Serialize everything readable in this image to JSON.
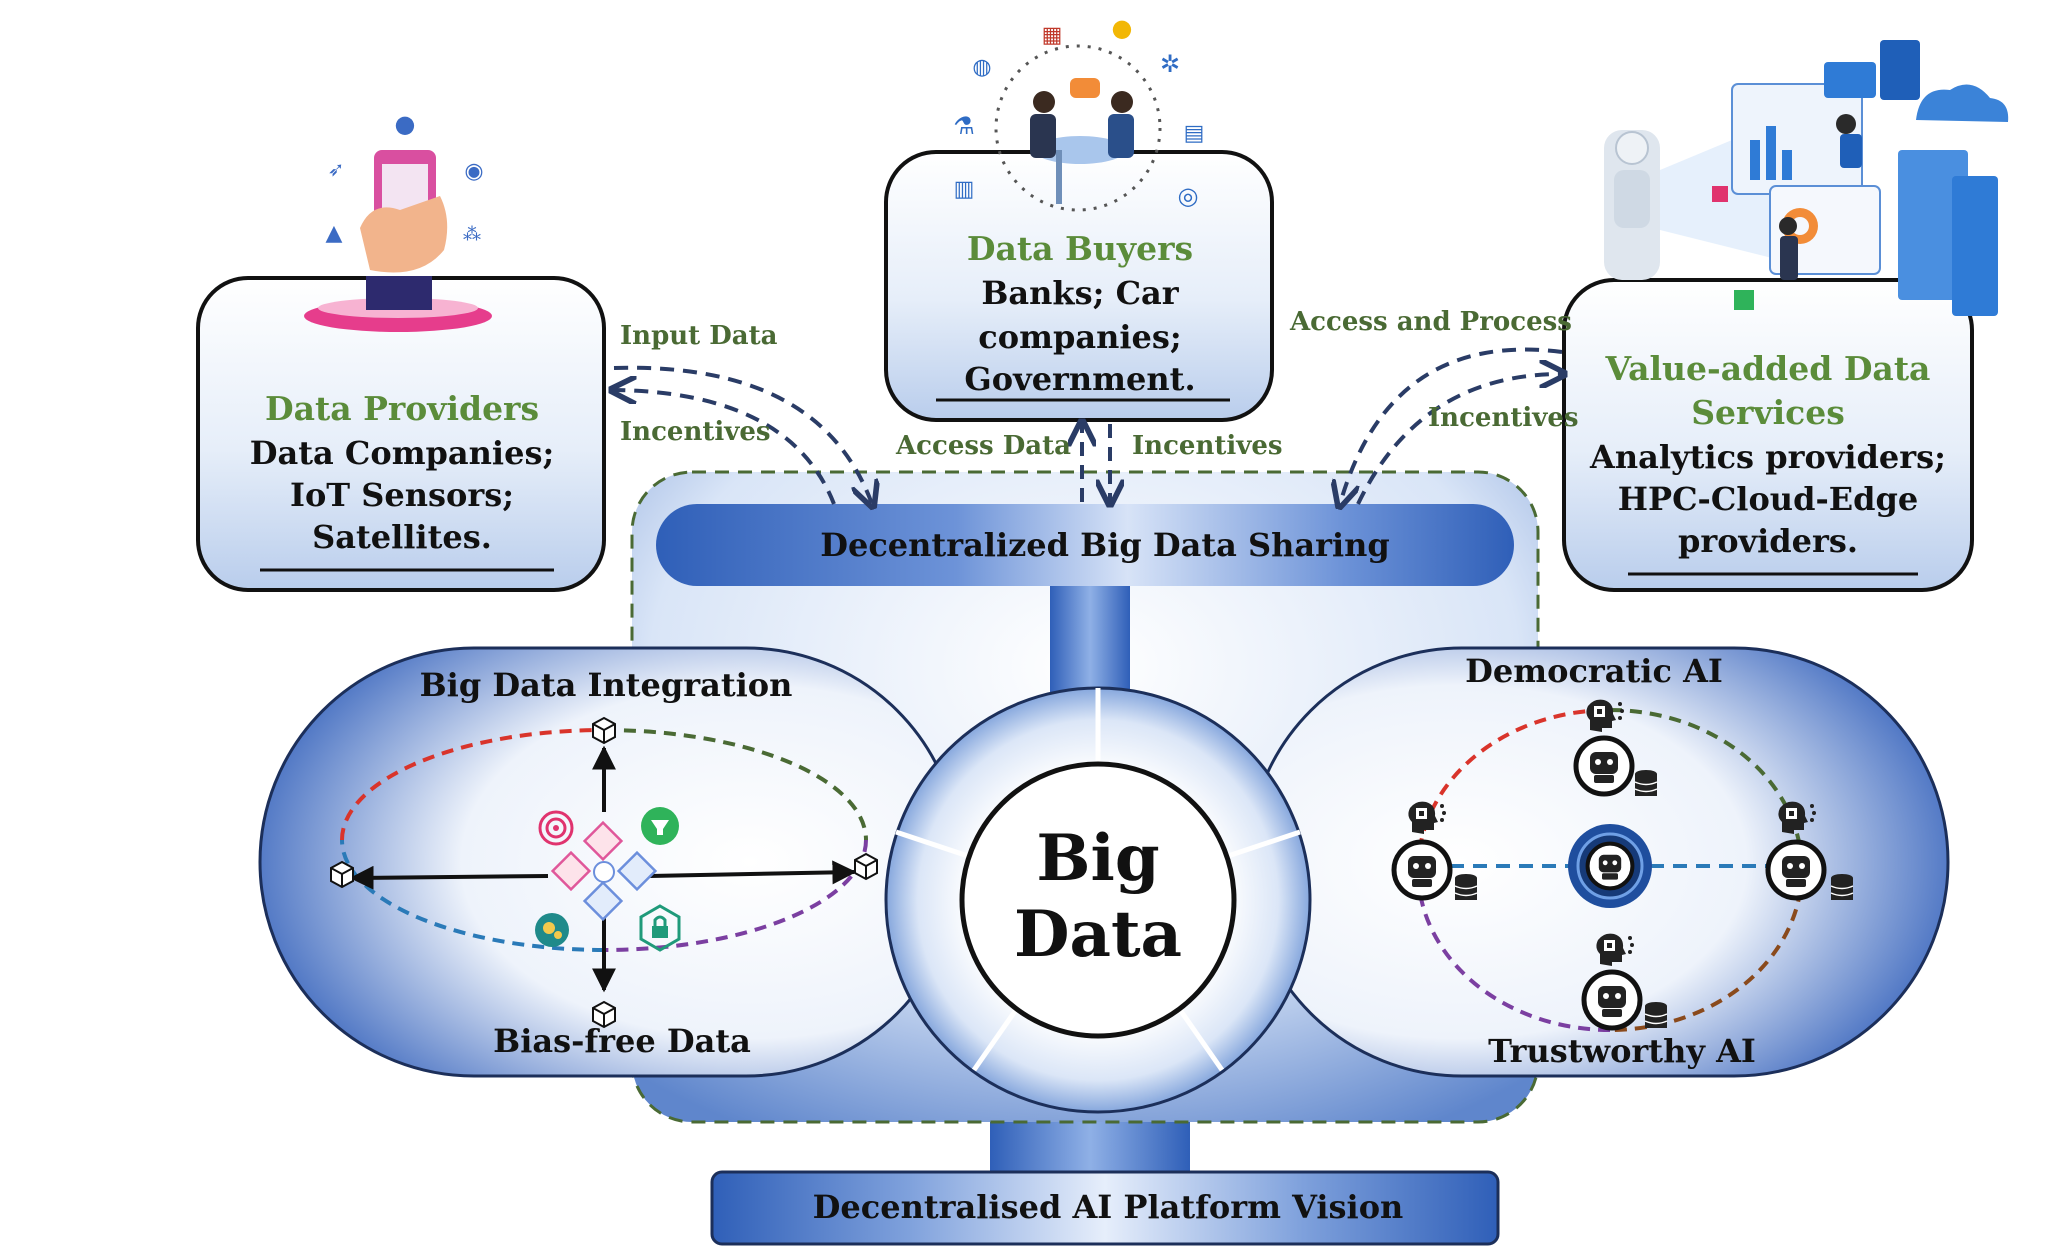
{
  "providers": {
    "title": "Data Providers",
    "lines": [
      "Data Companies;",
      "IoT Sensors;",
      "Satellites."
    ]
  },
  "buyers": {
    "title": "Data Buyers",
    "lines": [
      "Banks; Car",
      "companies;",
      "Government."
    ]
  },
  "services": {
    "title_lines": [
      "Value-added Data",
      "Services"
    ],
    "lines": [
      "Analytics providers;",
      "HPC-Cloud-Edge",
      "providers."
    ]
  },
  "arrows": {
    "input_data": "Input Data",
    "incentives_left": "Incentives",
    "access_data": "Access  Data",
    "incentives_mid": "Incentives",
    "access_process": "Access and Process",
    "incentives_right": "Incentives"
  },
  "sharing_bar": "Decentralized Big Data Sharing",
  "integration": {
    "title": "Big Data Integration",
    "bottom": "Bias-free Data"
  },
  "ai": {
    "title": "Democratic AI",
    "bottom": "Trustworthy AI"
  },
  "center": {
    "line1": "Big",
    "line2": "Data"
  },
  "platform_bar": "Decentralised AI Platform Vision",
  "colors": {
    "title_green": "#5b8c3a",
    "arrow_navy": "#2a3c66",
    "bar_blue": "#3f6fc4",
    "dash_green": "#4a6a34",
    "dash_red": "#d9342b",
    "dash_blue": "#2a7ab8",
    "dash_purple": "#7b3fa1",
    "dash_brown": "#8a4a1c"
  }
}
